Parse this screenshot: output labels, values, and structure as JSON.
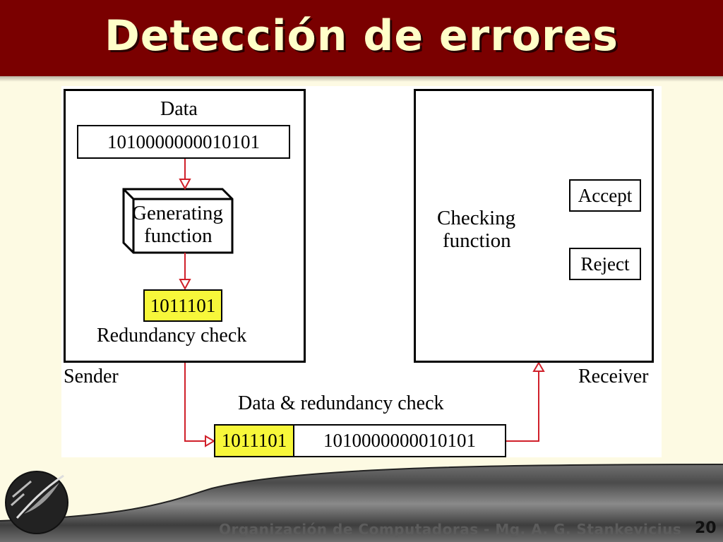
{
  "slide": {
    "title": "Detección de errores",
    "footer": "Organización de Computadoras - Mg. A. G. Stankevicius",
    "page_number": "20"
  },
  "diagram": {
    "sender": {
      "label": "Sender",
      "data_label": "Data",
      "data_bits": "1010000000010101",
      "generator_line1": "Generating",
      "generator_line2": "function",
      "check_bits": "1011101",
      "check_label": "Redundancy check"
    },
    "receiver": {
      "label": "Receiver",
      "checker_line1": "Checking",
      "checker_line2": "function",
      "accept": "Accept",
      "reject": "Reject"
    },
    "transmission": {
      "label": "Data & redundancy check",
      "check_bits": "1011101",
      "data_bits": "1010000000010101"
    },
    "colors": {
      "title_bar": "#7a0000",
      "title_text": "#ffffc8",
      "background": "#fdfae3",
      "arrow": "#d0202a",
      "highlight": "#f7f73a"
    }
  }
}
